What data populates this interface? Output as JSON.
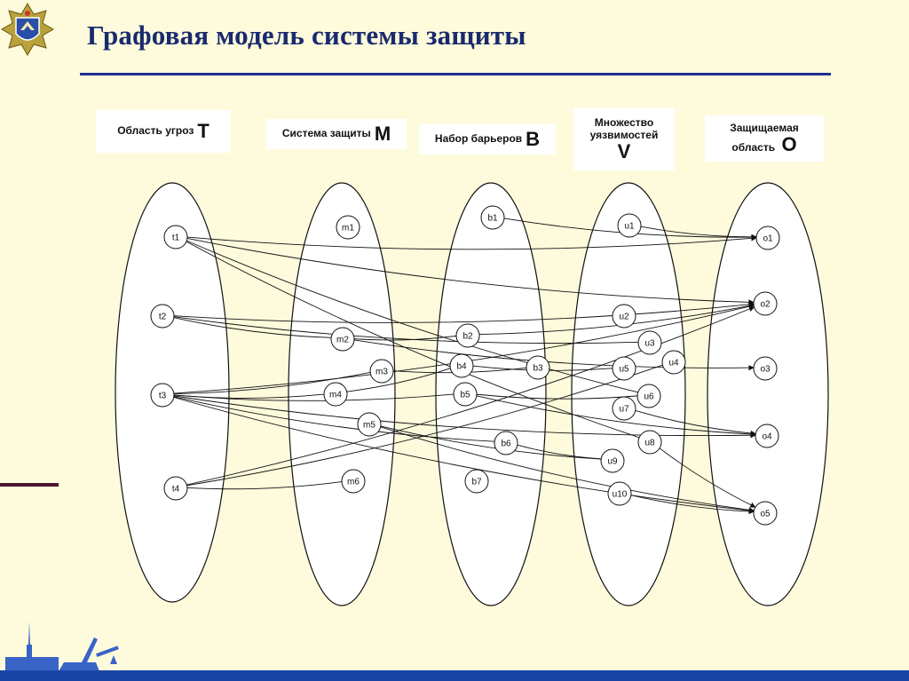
{
  "title": "Графовая модель системы защиты",
  "colors": {
    "title": "#1a2a6e",
    "rule": "#1f2d8f",
    "background": "#fdfbdc",
    "band": "#1946a6"
  },
  "columns": [
    {
      "id": "T",
      "label": "Область угроз",
      "letter": "T"
    },
    {
      "id": "M",
      "label": "Система защиты",
      "letter": "M"
    },
    {
      "id": "B",
      "label": "Набор барьеров",
      "letter": "B"
    },
    {
      "id": "V",
      "label_lines": [
        "Множество",
        "уязвимостей"
      ],
      "letter": "V"
    },
    {
      "id": "O",
      "label_lines": [
        "Защищаемая"
      ],
      "label_tail": "область",
      "letter": "O"
    }
  ],
  "nodes": [
    {
      "id": "t1",
      "label": "t1"
    },
    {
      "id": "t2",
      "label": "t2"
    },
    {
      "id": "t3",
      "label": "t3"
    },
    {
      "id": "t4",
      "label": "t4"
    },
    {
      "id": "m1",
      "label": "m1"
    },
    {
      "id": "m2",
      "label": "m2"
    },
    {
      "id": "m3",
      "label": "m3"
    },
    {
      "id": "m4",
      "label": "m4"
    },
    {
      "id": "m5",
      "label": "m5"
    },
    {
      "id": "m6",
      "label": "m6"
    },
    {
      "id": "b1",
      "label": "b1"
    },
    {
      "id": "b2",
      "label": "b2"
    },
    {
      "id": "b3",
      "label": "b3"
    },
    {
      "id": "b4",
      "label": "b4"
    },
    {
      "id": "b5",
      "label": "b5"
    },
    {
      "id": "b6",
      "label": "b6"
    },
    {
      "id": "b7",
      "label": "b7"
    },
    {
      "id": "u1",
      "label": "u1"
    },
    {
      "id": "u2",
      "label": "u2"
    },
    {
      "id": "u3",
      "label": "u3"
    },
    {
      "id": "u4",
      "label": "u4"
    },
    {
      "id": "u5",
      "label": "u5"
    },
    {
      "id": "u6",
      "label": "u6"
    },
    {
      "id": "u7",
      "label": "u7"
    },
    {
      "id": "u8",
      "label": "u8"
    },
    {
      "id": "u9",
      "label": "u9"
    },
    {
      "id": "u10",
      "label": "u10"
    },
    {
      "id": "o1",
      "label": "o1"
    },
    {
      "id": "o2",
      "label": "o2"
    },
    {
      "id": "o3",
      "label": "o3"
    },
    {
      "id": "o4",
      "label": "o4"
    },
    {
      "id": "o5",
      "label": "o5"
    }
  ],
  "edges": [
    [
      "t1",
      "o1"
    ],
    [
      "t1",
      "o2"
    ],
    [
      "t1",
      "u6"
    ],
    [
      "t1",
      "u8"
    ],
    [
      "t2",
      "m2"
    ],
    [
      "t2",
      "u3"
    ],
    [
      "t2",
      "o2"
    ],
    [
      "t3",
      "m3"
    ],
    [
      "t3",
      "m4"
    ],
    [
      "t3",
      "b5"
    ],
    [
      "t3",
      "b6"
    ],
    [
      "t3",
      "o2"
    ],
    [
      "t3",
      "o4"
    ],
    [
      "t3",
      "o5"
    ],
    [
      "t4",
      "m6"
    ],
    [
      "t4",
      "o2"
    ],
    [
      "t4",
      "u4"
    ],
    [
      "m2",
      "b2"
    ],
    [
      "m2",
      "o3"
    ],
    [
      "m3",
      "b3"
    ],
    [
      "m4",
      "b4"
    ],
    [
      "m5",
      "u9"
    ],
    [
      "m5",
      "o5"
    ],
    [
      "b1",
      "o1"
    ],
    [
      "b2",
      "o2"
    ],
    [
      "b4",
      "u5"
    ],
    [
      "b5",
      "u6"
    ],
    [
      "b5",
      "o4"
    ],
    [
      "b6",
      "u9"
    ],
    [
      "u7",
      "o4"
    ],
    [
      "u8",
      "o5"
    ],
    [
      "u10",
      "o5"
    ],
    [
      "u1",
      "o1"
    ]
  ]
}
